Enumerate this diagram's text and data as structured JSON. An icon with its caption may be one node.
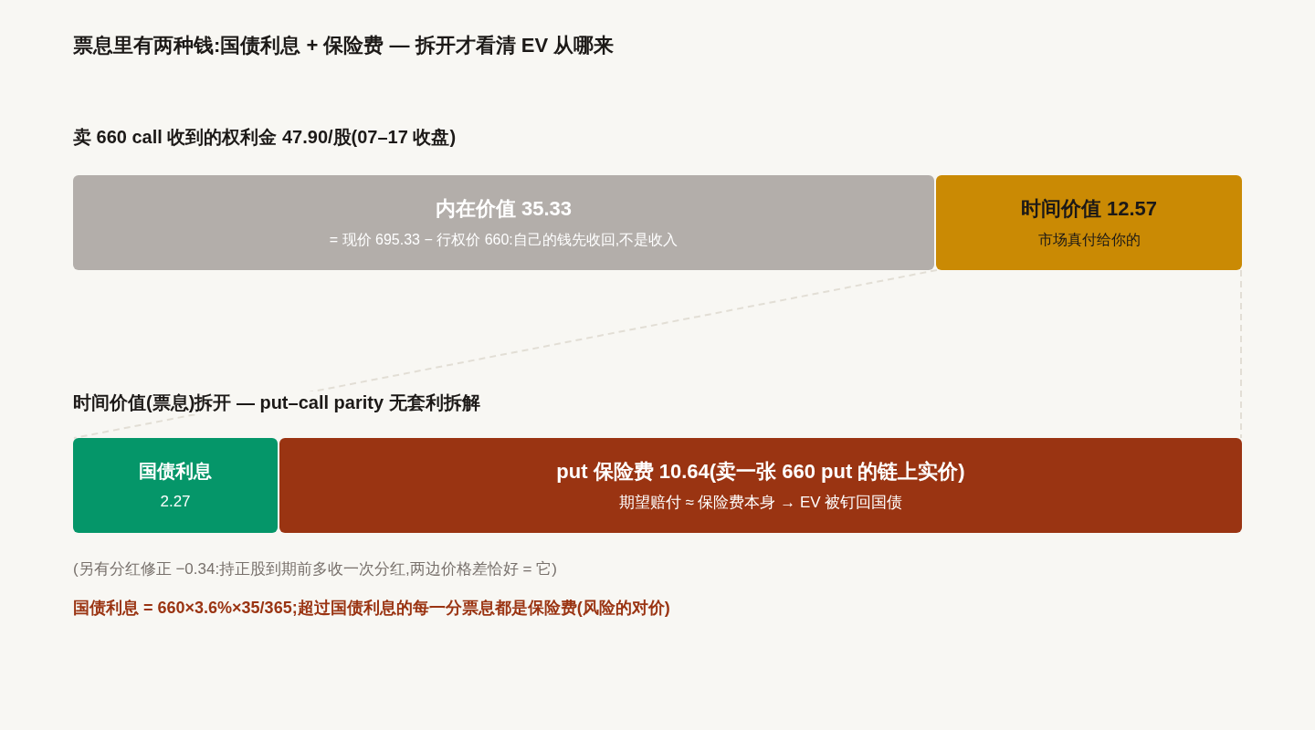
{
  "diagram": {
    "title": "票息里有两种钱:国债利息 + 保险费 — 拆开才看清 EV 从哪来",
    "nodes": [
      {
        "text": [
          "内在价值 35.33",
          "= 现价 695.33 − 行权价 660:自己的钱先收回,不是收入"
        ]
      },
      {
        "text": [
          "时间价值 12.57",
          "市场真付给你的"
        ]
      },
      {
        "text": [
          "国债利息",
          "2.27"
        ]
      },
      {
        "text": [
          "put 保险费 10.64(卖一张 660 put 的链上实价)",
          "期望赔付 ≈ 保险费本身 → EV 被钉回国债"
        ]
      }
    ],
    "edges": [
      {
        "from": 1,
        "to": 2,
        "arrow": "none",
        "style": "dashed"
      },
      {
        "from": 1,
        "to": 3,
        "arrow": "none",
        "style": "dashed"
      }
    ],
    "labels": [
      "卖 660 call 收到的权利金 47.90/股(07–17 收盘)",
      "时间价值(票息)拆开 — put–call parity 无套利拆解",
      "(另有分红修正 −0.34:持正股到期前多收一次分红,两边价格差恰好 = 它)",
      "国债利息 = 660×3.6%×35/365;超过国债利息的每一分票息都是保险费(风险的对价)"
    ]
  }
}
